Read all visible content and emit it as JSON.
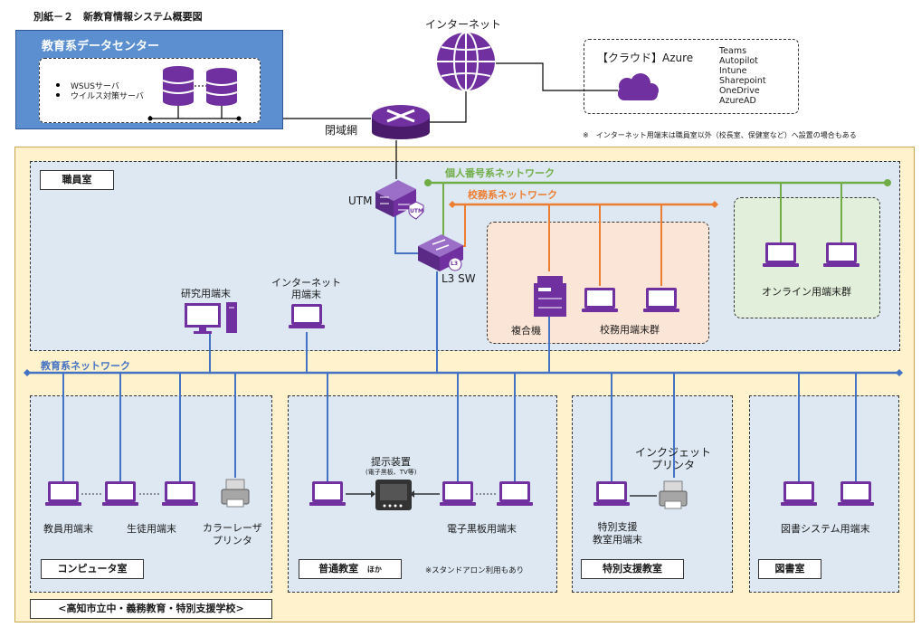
{
  "title": "別紙－２　新教育情報システム概要図",
  "datacenter": {
    "title": "教育系データセンター",
    "items": [
      "WSUSサーバ",
      "ウイルス対策サーバ"
    ]
  },
  "internet": "インターネット",
  "closed_network": "閉域網",
  "cloud": {
    "title": "【クラウド】Azure",
    "services": [
      "Teams",
      "Autopilot",
      "Intune",
      "Sharepoint",
      "OneDrive",
      "AzureAD"
    ]
  },
  "note_internet": "※　インターネット用端末は職員室以外（校長室、保健室など）へ設置の場合もある",
  "staff_room": "職員室",
  "utm": "UTM",
  "l3sw": "L3 SW",
  "l3_badge": "L3",
  "utm_badge": "UTM",
  "net_personal": "個人番号系ネットワーク",
  "net_school": "校務系ネットワーク",
  "net_edu": "教育系ネットワーク",
  "research_terminal": "研究用端末",
  "internet_terminal": "インターネット\n用端末",
  "mfp": "複合機",
  "school_terminals": "校務用端末群",
  "online_terminals": "オンライン用端末群",
  "computer_room": {
    "title": "コンピュータ室",
    "labels": [
      "教員用端末",
      "生徒用端末",
      "カラーレーザ\nプリンタ"
    ]
  },
  "normal_room": {
    "title": "普通教室",
    "title_suffix": "ほか",
    "display": "提示装置",
    "display_sub": "(電子黒板、TV等)",
    "terminal": "電子黒板用端末",
    "note": "※スタンドアロン利用もあり"
  },
  "special_room": {
    "title": "特別支援教室",
    "printer": "インクジェット\nプリンタ",
    "terminal": "特別支援\n教室用端末"
  },
  "library": {
    "title": "図書室",
    "terminal": "図書システム用端末"
  },
  "school_footer": "<高知市立中・義務教育・特別支援学校>",
  "colors": {
    "edu_blue": "#4472c4",
    "personal_green": "#70ad47",
    "school_orange": "#ed7d31",
    "purple": "#7030a0",
    "datacenter_bg": "#5b8fd0",
    "school_bg": "#fff2cc",
    "staff_bg": "#dde8f3",
    "orange_bg": "#fbe5d6",
    "green_bg": "#e2efda"
  }
}
